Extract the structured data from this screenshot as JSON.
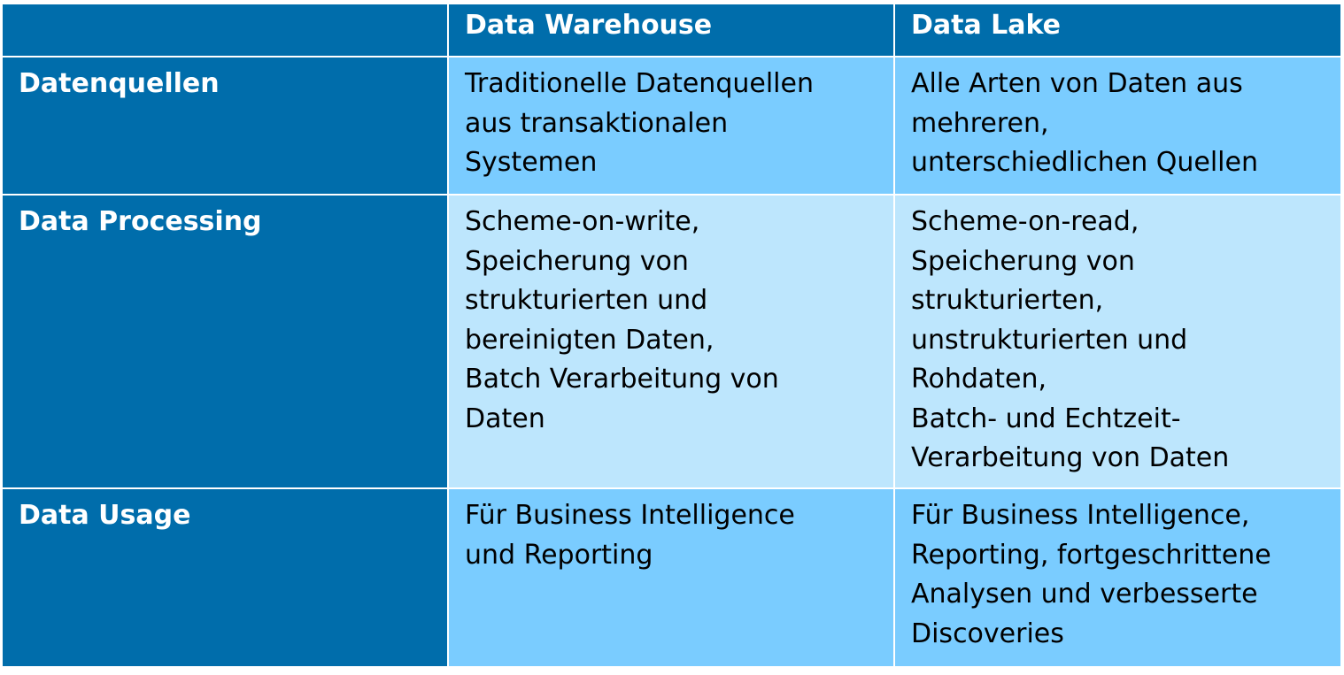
{
  "header": [
    "",
    "Data Warehouse",
    "Data Lake"
  ],
  "rows": [
    {
      "label": "Datenquellen",
      "warehouse": [
        "Traditionelle Datenquellen",
        "aus transaktionalen",
        "Systemen"
      ],
      "lake": [
        "Alle Arten von Daten aus",
        "mehreren,",
        "unterschiedlichen Quellen"
      ]
    },
    {
      "label": "Data Processing",
      "warehouse": [
        "Scheme-on-write,",
        "Speicherung von",
        "strukturierten und",
        "bereinigten Daten,",
        "Batch Verarbeitung von",
        "Daten"
      ],
      "lake": [
        "Scheme-on-read,",
        "Speicherung von",
        "strukturierten,",
        "unstrukturierten und",
        "Rohdaten,",
        "Batch- und Echtzeit-",
        "Verarbeitung von Daten"
      ]
    },
    {
      "label": "Data Usage",
      "warehouse": [
        "Für Business Intelligence",
        "und Reporting"
      ],
      "lake": [
        "Für Business Intelligence,",
        "Reporting, fortgeschrittene",
        "Analysen und verbesserte",
        "Discoveries"
      ]
    }
  ],
  "colors": {
    "dark": "#006dab",
    "light": "#7accff",
    "lighter": "#bde6fd"
  }
}
